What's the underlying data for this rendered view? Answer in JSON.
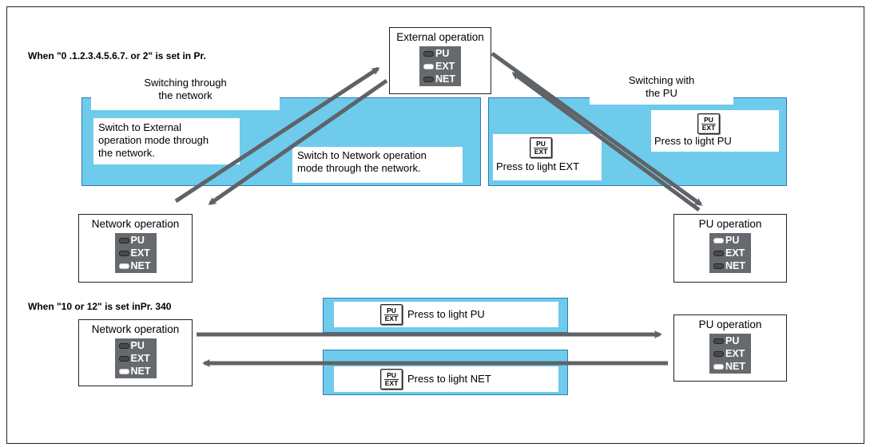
{
  "conditions": {
    "top": "When \"0 .1.2.3.4.5.6.7. or 2\" is set in Pr.",
    "bottom": "When \"10 or 12\" is set inPr. 340"
  },
  "labels": {
    "switch_network_title": "Switching through\nthe network",
    "switch_pu_title": "Switching with\nthe PU",
    "switch_to_external": "Switch to External\noperation mode through\nthe network.",
    "switch_to_network": "Switch to Network operation\nmode through the network.",
    "press_light_pu": "Press to light PU",
    "press_light_ext": "Press to light EXT",
    "press_light_net": "Press to light NET"
  },
  "key": {
    "top": "PU",
    "bottom": "EXT"
  },
  "boxes": {
    "external": {
      "title": "External operation",
      "lit": "EXT"
    },
    "network_top": {
      "title": "Network operation",
      "lit": "NET"
    },
    "pu_top": {
      "title": "PU operation",
      "lit": "PU"
    },
    "network_bottom": {
      "title": "Network operation",
      "lit": "NET"
    },
    "pu_bottom": {
      "title": "PU operation",
      "lit": "NET"
    }
  },
  "indicator_labels": [
    "PU",
    "EXT",
    "NET"
  ],
  "colors": {
    "panel": "#6ecbec",
    "panel_border": "#2f79b8",
    "arrow": "#5f6368",
    "indicator": "#666a6e"
  }
}
